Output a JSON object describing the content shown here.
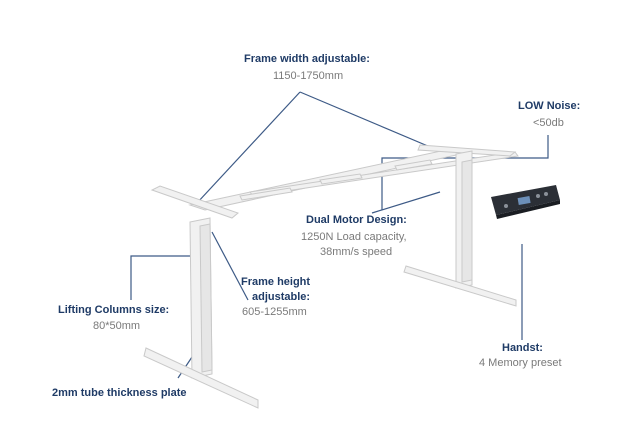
{
  "colors": {
    "title": "#1f3b66",
    "subtitle": "#7a7a7a",
    "leader": "#3d5a86",
    "frame": "#f1f1f1",
    "frame_edge": "#c9c9c9",
    "handset": "#2b2f36"
  },
  "callouts": {
    "frame_width": {
      "title": "Frame width adjustable:",
      "value": "1150-1750mm"
    },
    "low_noise": {
      "title": "LOW Noise:",
      "value": "<50db"
    },
    "dual_motor": {
      "title": "Dual Motor Design:",
      "value_line1": "1250N Load capacity,",
      "value_line2": "38mm/s speed"
    },
    "frame_height": {
      "title_line1": "Frame height",
      "title_line2": "adjustable:",
      "value": "605-1255mm"
    },
    "lifting_columns": {
      "title": "Lifting Columns size:",
      "value": "80*50mm"
    },
    "handset": {
      "title": "Handst:",
      "value": "4 Memory preset"
    },
    "tube": {
      "title": "2mm tube thickness plate"
    }
  }
}
